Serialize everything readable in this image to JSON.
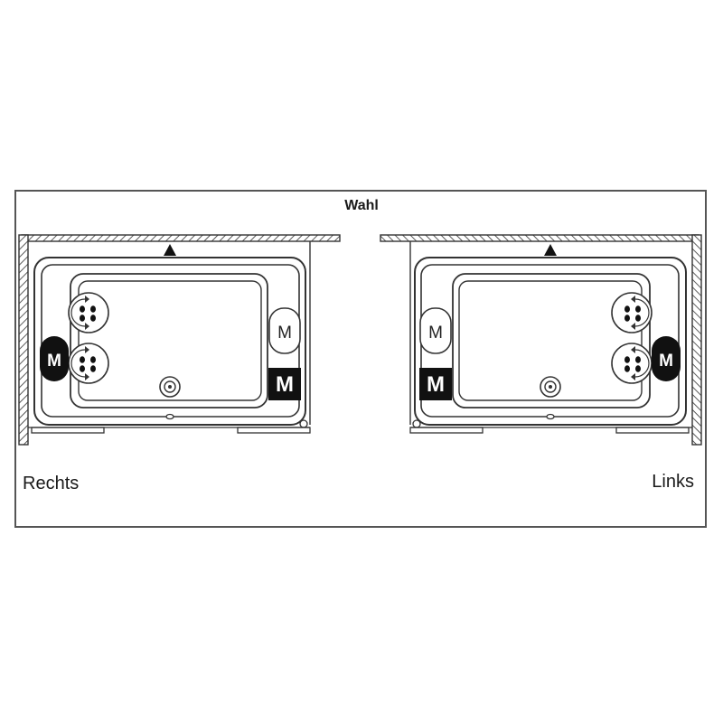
{
  "title": "Wahl",
  "options": [
    {
      "label": "Rechts"
    },
    {
      "label": "Links"
    }
  ],
  "marks": {
    "motor": "M"
  },
  "icons": [
    "hatched-wall-icon",
    "arrow-up-icon",
    "bathtub-icon",
    "massage-jet-icon",
    "drain-icon",
    "pillow-motor-icon",
    "motor-box-icon"
  ],
  "colors": {
    "line": "#333333",
    "fill_dark": "#111111",
    "background": "#ffffff"
  }
}
